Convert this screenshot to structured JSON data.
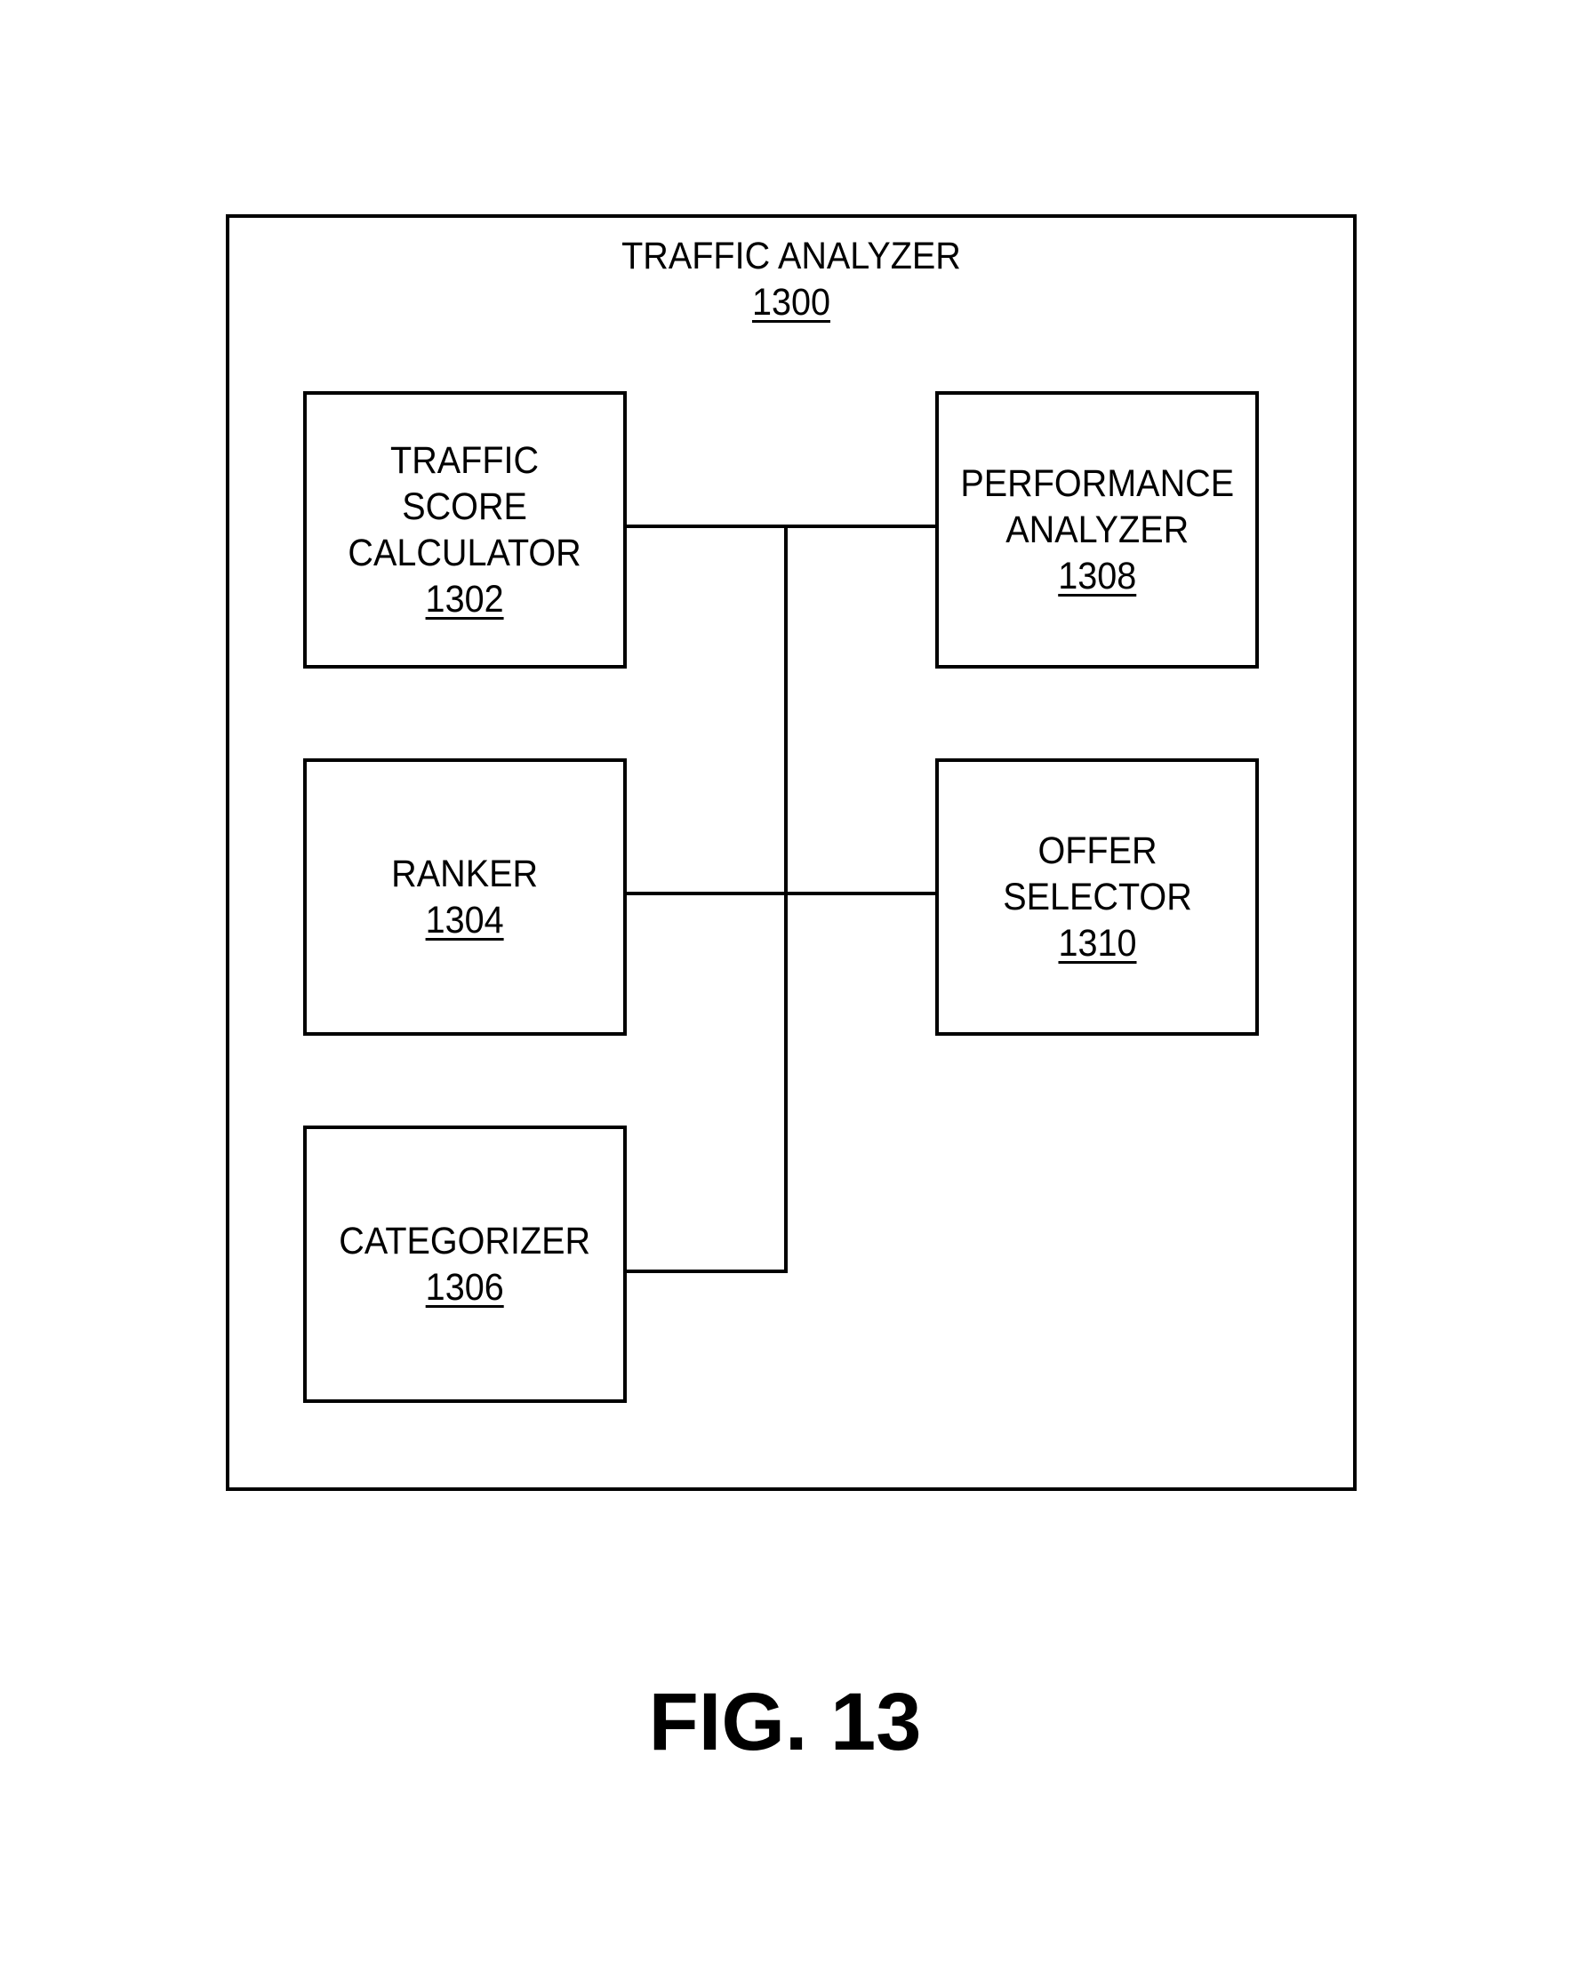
{
  "diagram": {
    "container": {
      "title": "TRAFFIC ANALYZER",
      "ref": "1300"
    },
    "blocks": {
      "traffic_score_calculator": {
        "lines": [
          "TRAFFIC",
          "SCORE",
          "CALCULATOR"
        ],
        "ref": "1302"
      },
      "ranker": {
        "lines": [
          "RANKER"
        ],
        "ref": "1304"
      },
      "categorizer": {
        "lines": [
          "CATEGORIZER"
        ],
        "ref": "1306"
      },
      "performance_analyzer": {
        "lines": [
          "PERFORMANCE",
          "ANALYZER"
        ],
        "ref": "1308"
      },
      "offer_selector": {
        "lines": [
          "OFFER",
          "SELECTOR"
        ],
        "ref": "1310"
      }
    },
    "connections": [
      [
        "traffic_score_calculator",
        "performance_analyzer"
      ],
      [
        "ranker",
        "offer_selector"
      ],
      [
        "categorizer",
        "bus"
      ]
    ]
  },
  "figure_label": "FIG. 13",
  "colors": {
    "stroke": "#000000",
    "background": "#ffffff"
  }
}
